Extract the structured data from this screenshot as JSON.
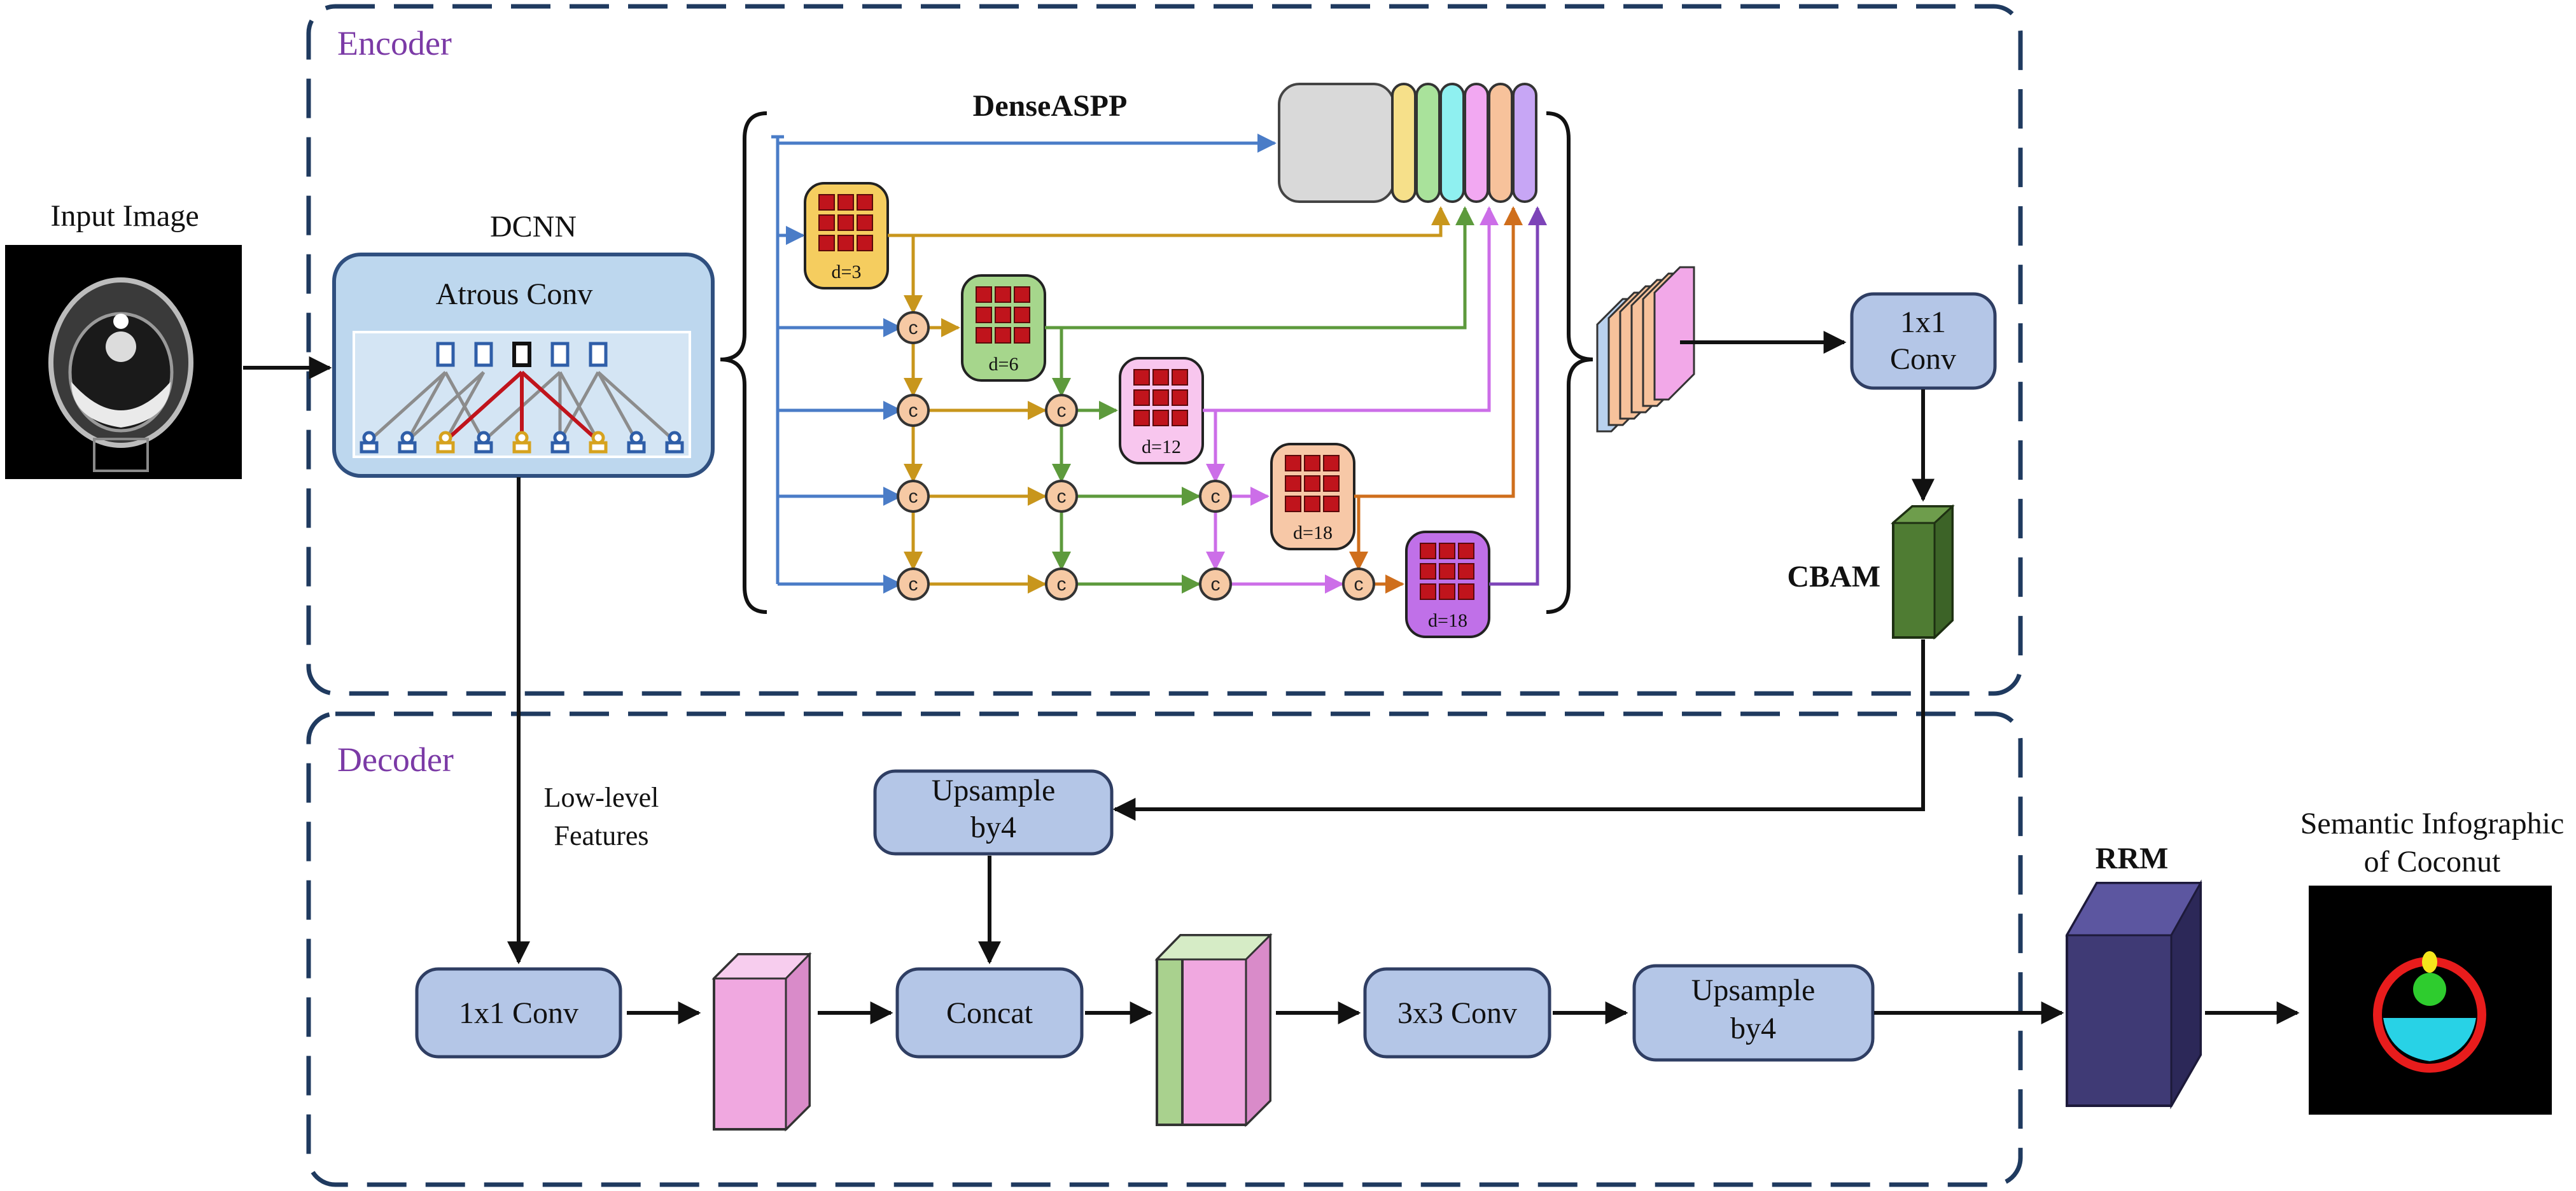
{
  "sections": {
    "encoder": "Encoder",
    "decoder": "Decoder"
  },
  "input": {
    "label": "Input Image"
  },
  "dcnn": {
    "title": "DCNN",
    "inner": "Atrous Conv"
  },
  "aspp": {
    "title": "DenseASPP",
    "branches": [
      {
        "label": "d=3",
        "color": "#f5cd5f",
        "arrow": "#c8961c"
      },
      {
        "label": "d=6",
        "color": "#a6d68c",
        "arrow": "#5d9a3c"
      },
      {
        "label": "d=12",
        "color": "#f8c6ee",
        "arrow": "#cc6ee8"
      },
      {
        "label": "d=18",
        "color": "#f7c8a7",
        "arrow": "#cf6e1c"
      },
      {
        "label": "d=18",
        "color": "#c070e8",
        "arrow": "#7d44b8"
      }
    ],
    "concat_symbol": "c"
  },
  "conv1x1_enc": {
    "line1": "1x1",
    "line2": "Conv"
  },
  "cbam": {
    "label": "CBAM"
  },
  "upsample_top": {
    "line1": "Upsample",
    "line2": "by4"
  },
  "lowlevel": {
    "line1": "Low-level",
    "line2": "Features"
  },
  "conv1x1_dec": {
    "label": "1x1 Conv"
  },
  "concat": {
    "label": "Concat"
  },
  "conv3x3": {
    "label": "3x3 Conv"
  },
  "upsample_bottom": {
    "line1": "Upsample",
    "line2": "by4"
  },
  "rrm": {
    "label": "RRM"
  },
  "output": {
    "line1": "Semantic Infographic",
    "line2": "of Coconut"
  },
  "colors": {
    "dashed_border": "#1f3a5f",
    "box_fill": "#b4c6e7",
    "box_stroke": "#2f3e63",
    "blue_arrow": "#4a7cc7",
    "concat_fill": "#f6c9a4",
    "pink_block": "#f0a8e0",
    "green_block": "#a9d18e",
    "cbam_green": "#4f7c33",
    "rrm_purple": "#3f3a75"
  }
}
